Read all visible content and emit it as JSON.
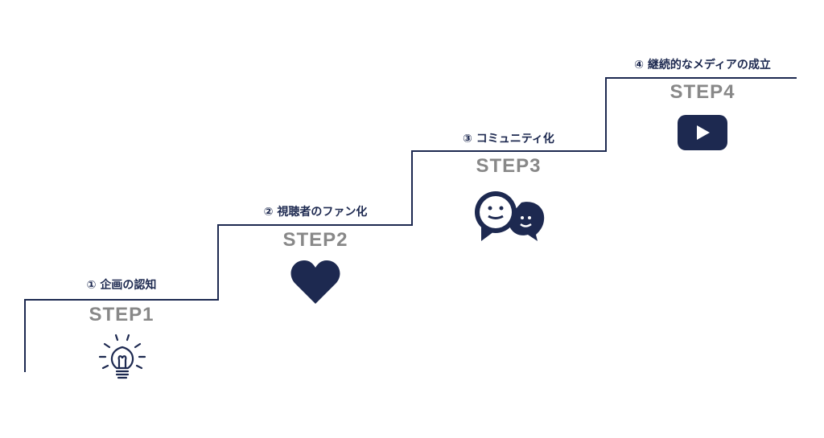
{
  "colors": {
    "line": "#1d2950",
    "icon": "#1d2950",
    "step": "#888888"
  },
  "steps": [
    {
      "label": "① 企画の認知",
      "step": "STEP1",
      "icon": "lightbulb-icon"
    },
    {
      "label": "② 視聴者のファン化",
      "step": "STEP2",
      "icon": "heart-icon"
    },
    {
      "label": "③ コミュニティ化",
      "step": "STEP3",
      "icon": "chat-bubbles-icon"
    },
    {
      "label": "④ 継続的なメディアの成立",
      "step": "STEP4",
      "icon": "play-button-icon"
    }
  ]
}
